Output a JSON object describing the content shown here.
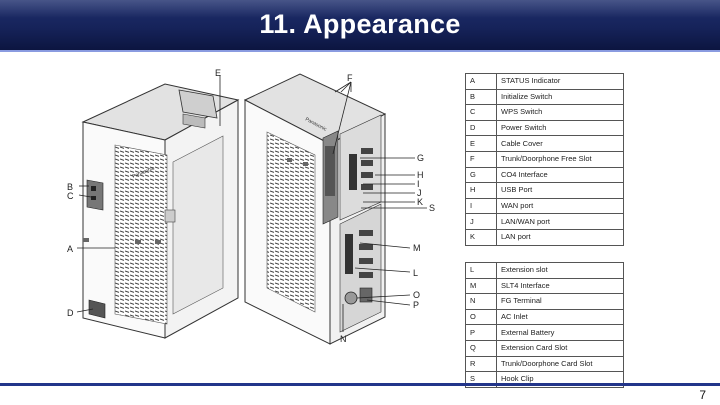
{
  "slide": {
    "title": "11. Appearance",
    "page_number": "7",
    "accent_color": "#1a2a66"
  },
  "callouts": {
    "A": "A",
    "B": "B",
    "C": "C",
    "D": "D",
    "E": "E",
    "F": "F",
    "G": "G",
    "H": "H",
    "I": "I",
    "J": "J",
    "K": "K",
    "L": "L",
    "M": "M",
    "N": "N",
    "O": "O",
    "P": "P",
    "S": "S",
    "logo_text": "Panasonic"
  },
  "legend_top": [
    {
      "key": "A",
      "label": "STATUS Indicator"
    },
    {
      "key": "B",
      "label": "Initialize Switch"
    },
    {
      "key": "C",
      "label": "WPS Switch"
    },
    {
      "key": "D",
      "label": "Power Switch"
    },
    {
      "key": "E",
      "label": "Cable Cover"
    },
    {
      "key": "F",
      "label": "Trunk/Doorphone Free Slot"
    },
    {
      "key": "G",
      "label": "CO4 Interface"
    },
    {
      "key": "H",
      "label": "USB Port"
    },
    {
      "key": "I",
      "label": "WAN port"
    },
    {
      "key": "J",
      "label": "LAN/WAN port"
    },
    {
      "key": "K",
      "label": "LAN port"
    }
  ],
  "legend_bottom": [
    {
      "key": "L",
      "label": "Extension slot"
    },
    {
      "key": "M",
      "label": "SLT4 Interface"
    },
    {
      "key": "N",
      "label": "FG Terminal"
    },
    {
      "key": "O",
      "label": "AC Inlet"
    },
    {
      "key": "P",
      "label": "External Battery"
    },
    {
      "key": "Q",
      "label": "Extension Card Slot"
    },
    {
      "key": "R",
      "label": "Trunk/Doorphone Card Slot"
    },
    {
      "key": "S",
      "label": "Hook Clip"
    }
  ]
}
